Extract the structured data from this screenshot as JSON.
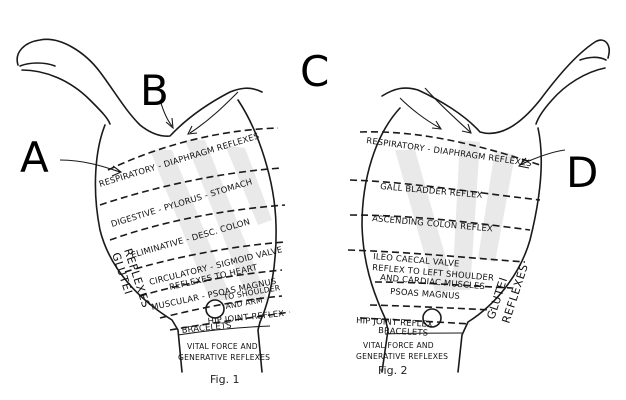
{
  "callouts": {
    "a": "A",
    "b": "B",
    "c": "C",
    "d": "D"
  },
  "fig1": {
    "caption": "Fig. 1",
    "zones": {
      "respiratory": "RESPIRATORY - DIAPHRAGM REFLEXES",
      "digestive": "DIGESTIVE - PYLORUS - STOMACH",
      "eliminative": "ELIMINATIVE - DESC. COLON",
      "circulatory_1": "CIRCULATORY - SIGMOID VALVE",
      "circulatory_2": "REFLEXES TO HEART",
      "muscular_1": "MUSCULAR - PSOAS MAGNUS",
      "muscular_2": "TO SHOULDER",
      "muscular_3": "AND ARM",
      "hip": "HIP JOINT REFLEX",
      "bracelets": "BRACELETS",
      "vital_1": "VITAL FORCE AND",
      "vital_2": "GENERATIVE REFLEXES"
    },
    "side_1": "GLUTEI",
    "side_2": "REFLEXES"
  },
  "fig2": {
    "caption": "Fig. 2",
    "zones": {
      "respiratory": "RESPIRATORY - DIAPHRAGM REFLEXES",
      "gallbladder": "GALL BLADDER REFLEX",
      "ascending": "ASCENDING COLON REFLEX",
      "ileo_1": "ILEO CAECAL VALVE",
      "ileo_2": "REFLEX TO LEFT SHOULDER",
      "ileo_3": "AND CARDIAC MUSCLES",
      "psoas": "PSOAS MAGNUS",
      "hip": "HIP JOINT REFLEX",
      "bracelets": "BRACELETS",
      "vital_1": "VITAL FORCE AND",
      "vital_2": "GENERATIVE REFLEXES"
    },
    "side_1": "GLUTEI",
    "side_2": "REFLEXES"
  }
}
